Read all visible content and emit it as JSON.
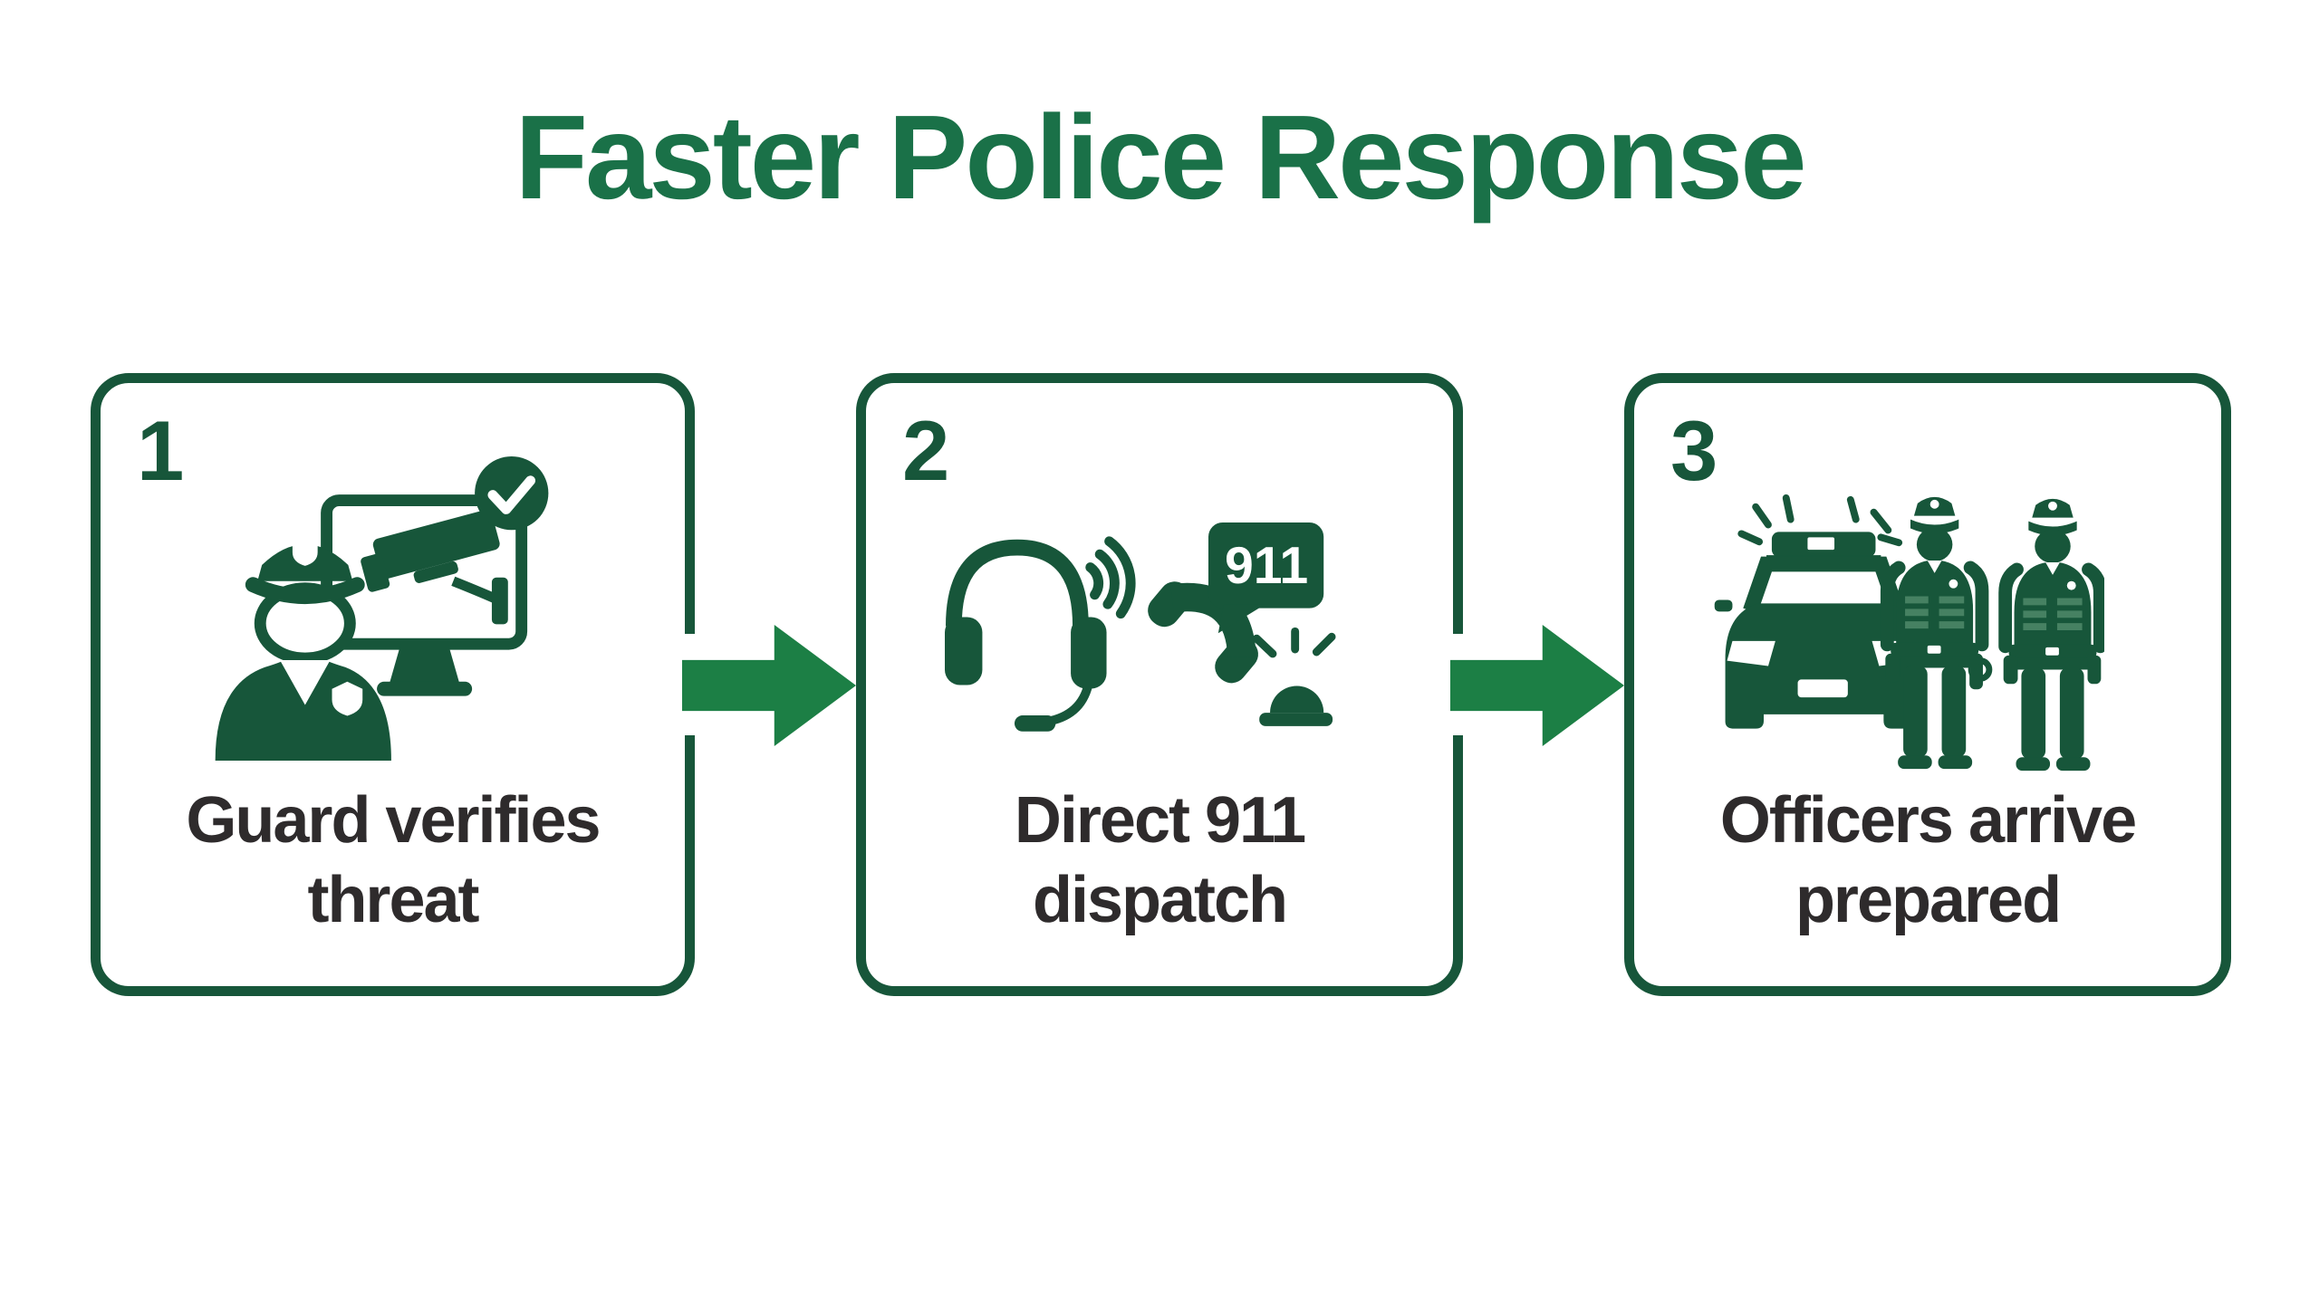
{
  "title": "Faster Police Response",
  "colors": {
    "bg": "#ffffff",
    "title_green": "#1a7148",
    "box_green": "#17563a",
    "arrow_green": "#1c7f45",
    "label_dark": "#2e2b2c",
    "vest_stripe": "#468162"
  },
  "steps": [
    {
      "number": "1",
      "label": "Guard verifies\nthreat",
      "icons": [
        "security-guard-icon",
        "monitor-icon",
        "cctv-camera-icon",
        "check-circle-icon"
      ]
    },
    {
      "number": "2",
      "label": "Direct 911\ndispatch",
      "badge_text": "911",
      "icons": [
        "headset-icon",
        "sound-waves-icon",
        "phone-handset-icon",
        "speech-bubble-911-icon",
        "siren-icon"
      ]
    },
    {
      "number": "3",
      "label": "Officers arrive\nprepared",
      "icons": [
        "police-car-icon",
        "police-officer-icon",
        "police-officer-icon"
      ]
    }
  ],
  "connectors": [
    {
      "icon": "arrow-right-icon"
    },
    {
      "icon": "arrow-right-icon"
    }
  ]
}
